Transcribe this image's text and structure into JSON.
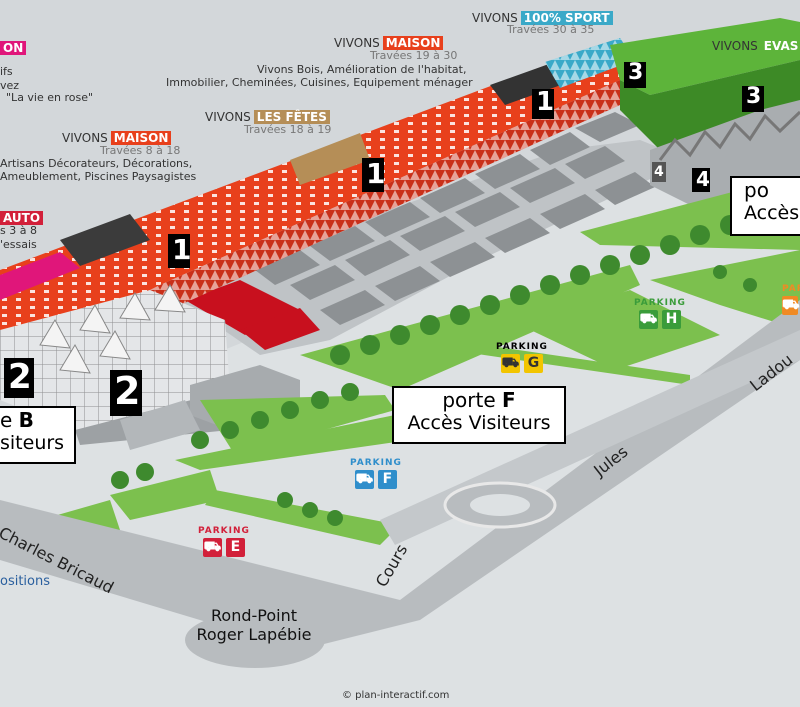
{
  "colors": {
    "maison": "#e8401c",
    "fetes": "#b58e57",
    "sport": "#3aa9c8",
    "evasion": "#5db43a",
    "auto": "#d2203a",
    "magenta": "#e0167a",
    "parking_yellow": "#f2c500",
    "parking_blue": "#2f8ecb",
    "parking_red": "#d2203a",
    "parking_green": "#3a9c3a",
    "grass": "#7cc04e",
    "ground": "#d9dde0",
    "road": "#b8bcbf"
  },
  "labels": {
    "sport": {
      "vivons": "VIVONS",
      "tag": "100% SPORT",
      "sub": "Travées 30 à 35"
    },
    "evasion": {
      "vivons": "VIVONS",
      "tag": "EVAS"
    },
    "maison_top": {
      "vivons": "VIVONS",
      "tag": "MAISON",
      "sub": "Travées 19 à 30",
      "desc1": "Vivons Bois, Amélioration de l'habitat,",
      "desc2": "Immobilier, Cheminées, Cuisines, Equipement ménager"
    },
    "fetes": {
      "vivons": "VIVONS",
      "tag": "LES FÊTES",
      "sub": "Travées 18 à 19"
    },
    "maison_mid": {
      "vivons": "VIVONS",
      "tag": "MAISON",
      "sub": "Travées 8 à 18",
      "desc1": "Artisans Décorateurs, Décorations,",
      "desc2": "Ameublement, Piscines Paysagistes"
    },
    "left_top": {
      "tag": "ON",
      "line1": "ifs",
      "line2": "vez",
      "line3": "\"La vie en rose\""
    },
    "auto": {
      "tag": "AUTO",
      "line1": "s 3 à 8",
      "line2": "'essais"
    }
  },
  "hall_numbers": {
    "h1a": "1",
    "h1b": "1",
    "h1c": "1",
    "h2a": "2",
    "h2b": "2",
    "h3a": "3",
    "h3b": "3",
    "h4a": "4",
    "h4b": "4"
  },
  "callouts": {
    "porte_f": {
      "line1_pre": "porte ",
      "line1_bold": "F",
      "line2": "Accès Visiteurs"
    },
    "porte_b": {
      "line1_pre": "e ",
      "line1_bold": "B",
      "line2": "siteurs"
    },
    "porte_right": {
      "line1": "po",
      "line2": "Accès"
    }
  },
  "parkings": [
    {
      "id": "G",
      "title": "PARKING",
      "letter": "G",
      "color": "#f2c500"
    },
    {
      "id": "F",
      "title": "PARKING",
      "letter": "F",
      "color": "#2f8ecb"
    },
    {
      "id": "E",
      "title": "PARKING",
      "letter": "E",
      "color": "#d2203a"
    },
    {
      "id": "H",
      "title": "PARKING",
      "letter": "H",
      "color": "#3a9c3a"
    },
    {
      "id": "right",
      "title": "PAR",
      "letter": "",
      "color": "#f08a24"
    }
  ],
  "roads": {
    "charles": "Charles Bricaud",
    "cours": "Cours",
    "jules": "Jules",
    "ladoumegue": "Ladou",
    "rond_point_1": "Rond-Point",
    "rond_point_2": "Roger Lapébie"
  },
  "edge_link": "ositions",
  "credit": "© plan-interactif.com"
}
